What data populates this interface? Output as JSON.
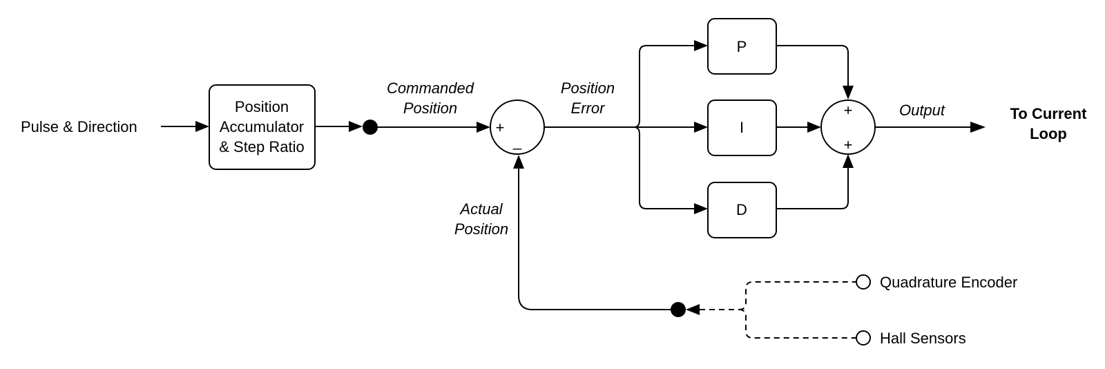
{
  "input_label": "Pulse & Direction",
  "accumulator": {
    "line1": "Position",
    "line2": "Accumulator",
    "line3": "& Step Ratio"
  },
  "commanded_position": {
    "line1": "Commanded",
    "line2": "Position"
  },
  "position_error": {
    "line1": "Position",
    "line2": "Error"
  },
  "actual_position": {
    "line1": "Actual",
    "line2": "Position"
  },
  "summer_left": {
    "plus": "+",
    "minus": "_"
  },
  "summer_right": {
    "top": "+",
    "bottom": "+"
  },
  "blocks": {
    "p": "P",
    "i": "I",
    "d": "D"
  },
  "output_label": "Output",
  "to_current_loop": {
    "line1": "To Current",
    "line2": "Loop"
  },
  "sensors": {
    "quadrature": "Quadrature Encoder",
    "hall": "Hall Sensors"
  }
}
